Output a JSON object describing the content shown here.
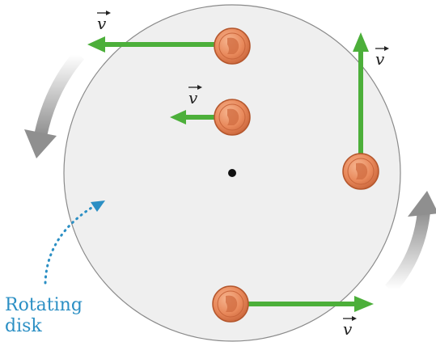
{
  "labels": {
    "velocity": "v",
    "disk_line1": "Rotating",
    "disk_line2": "disk"
  },
  "colors": {
    "disk_fill": "#efefef",
    "disk_stroke": "#8a8a8a",
    "velocity_arrow": "#4caf3a",
    "coin": "#e8885a",
    "coin_edge": "#b4562c",
    "rotation_arrow": "#9a9a9a",
    "label": "#2b8fc4"
  },
  "icons": {
    "coin": "penny-icon",
    "rotation": "curved-arrow-icon",
    "center": "center-dot-icon"
  }
}
